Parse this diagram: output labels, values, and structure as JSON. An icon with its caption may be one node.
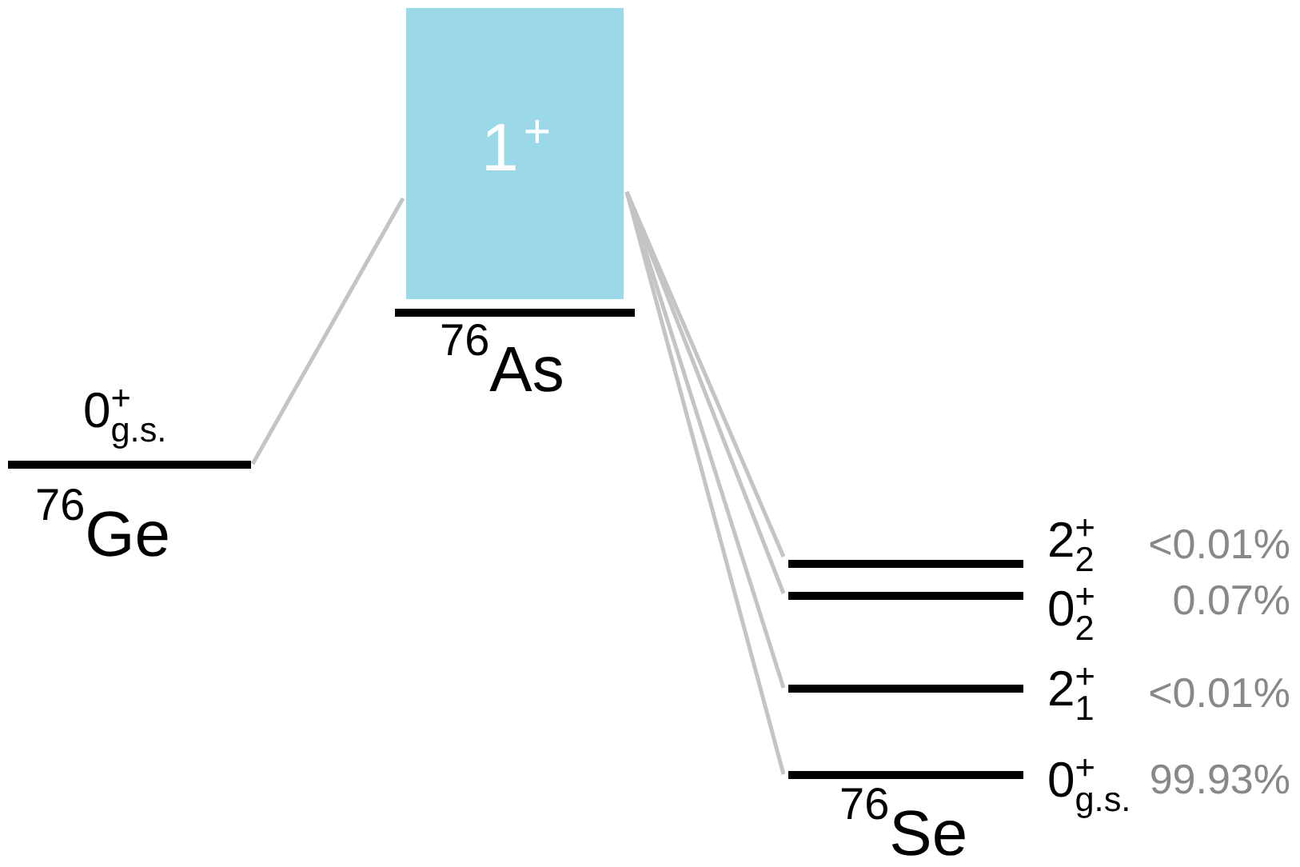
{
  "diagram": {
    "nodes": [
      {
        "text": [
          "0$^{+}$$_{g.s.}$",
          "$^{76}$Ge"
        ]
      },
      {
        "text": [
          "1$^{+}$"
        ]
      },
      {
        "text": [
          "$^{76}$As"
        ]
      },
      {
        "text": [
          "2$^{+}$$_{2}$"
        ],
        "beside": [
          "<0.01%"
        ]
      },
      {
        "text": [
          "0$^{+}$$_{2}$"
        ],
        "beside": [
          "0.07%"
        ]
      },
      {
        "text": [
          "2$^{+}$$_{1}$"
        ],
        "beside": [
          "<0.01%"
        ]
      },
      {
        "text": [
          "0$^{+}$$_{g.s.}$",
          "$^{76}$Se"
        ],
        "beside": [
          "99.93%"
        ]
      }
    ],
    "edges": [
      {
        "from": 0,
        "to": 1,
        "arrow": "none"
      },
      {
        "from": 1,
        "to": 3,
        "arrow": "none"
      },
      {
        "from": 1,
        "to": 4,
        "arrow": "none"
      },
      {
        "from": 1,
        "to": 5,
        "arrow": "none"
      },
      {
        "from": 1,
        "to": 6,
        "arrow": "none"
      }
    ]
  }
}
